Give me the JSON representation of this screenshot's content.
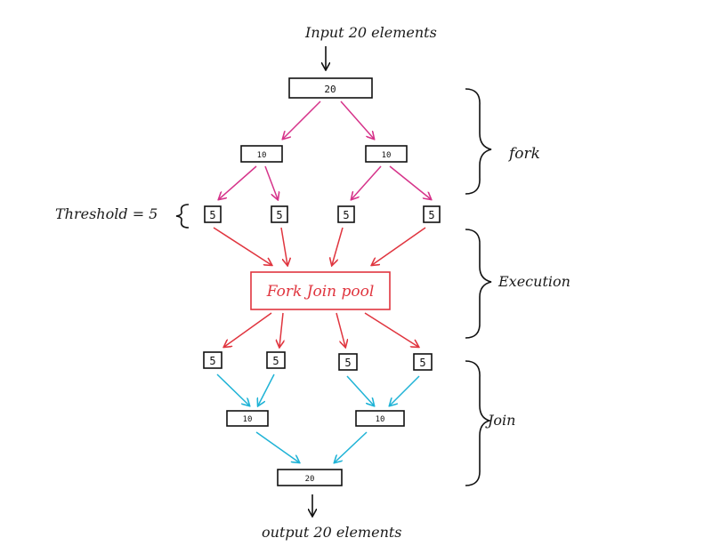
{
  "input_label": "Input 20 elements",
  "output_label": "output 20 elements",
  "threshold_label": "Threshold = 5",
  "pool_label": "Fork Join pool",
  "phases": {
    "fork": "fork",
    "execution": "Execution",
    "join": "Join"
  },
  "nodes": {
    "root": "20",
    "fork_left": "10",
    "fork_right": "10",
    "fork_leaves": [
      "5",
      "5",
      "5",
      "5"
    ],
    "exec_leaves": [
      "5",
      "5",
      "5",
      "5"
    ],
    "join_left": "10",
    "join_right": "10",
    "result": "20"
  },
  "colors": {
    "fork_arrows": "#d6338a",
    "exec_arrows": "#e0353f",
    "join_arrows": "#1fb3d6",
    "pool_border": "#e0353f",
    "ink": "#111111"
  }
}
